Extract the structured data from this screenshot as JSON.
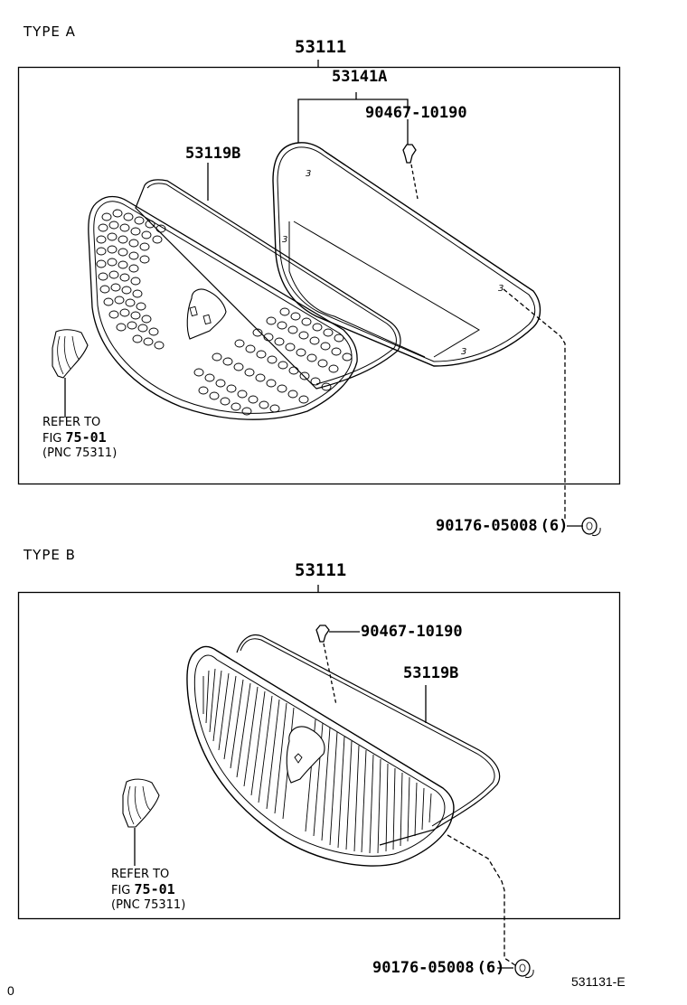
{
  "diagram": {
    "drawing_code": "531131-E",
    "corner_mark": "0",
    "sections": [
      {
        "type_label": "TYPE A",
        "assembly_part": "53111",
        "parts": {
          "sub_assembly": "53141A",
          "clip_top": "90467-10190",
          "grille_frame": "53119B",
          "clip_bottom": "90176-05008",
          "clip_bottom_qty": "(6)"
        },
        "reference": {
          "line1": "REFER TO",
          "line2_prefix": "FIG",
          "line2_fig": "75-01",
          "line3": "(PNC 75311)"
        }
      },
      {
        "type_label": "TYPE B",
        "assembly_part": "53111",
        "parts": {
          "clip_top": "90467-10190",
          "grille_frame": "53119B",
          "clip_bottom": "90176-05008",
          "clip_bottom_qty": "(6)"
        },
        "reference": {
          "line1": "REFER TO",
          "line2_prefix": "FIG",
          "line2_fig": "75-01",
          "line3": "(PNC 75311)"
        }
      }
    ]
  }
}
